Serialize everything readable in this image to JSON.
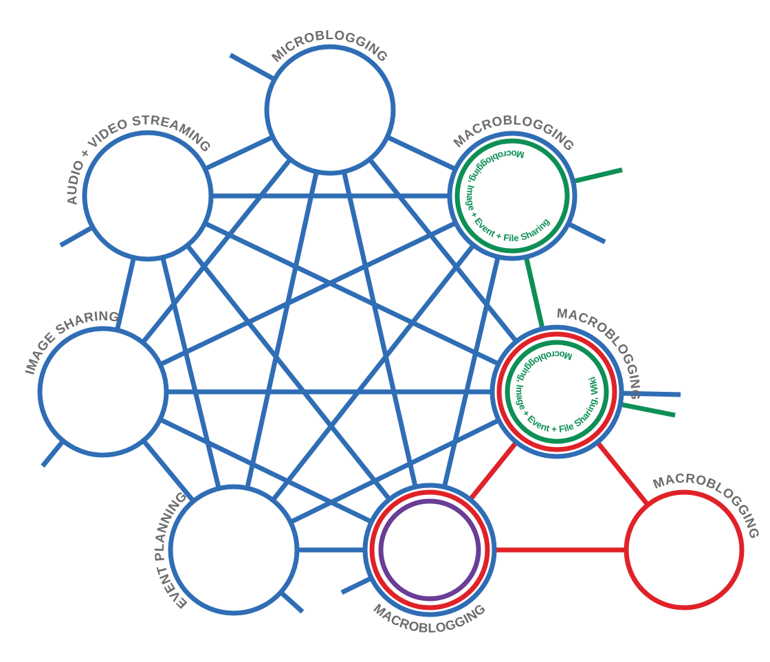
{
  "colors": {
    "blue": "#2f6db5",
    "green": "#0d8f55",
    "red": "#e02228",
    "purple": "#6a3d96",
    "label": "#6b6b6b"
  },
  "nodes": [
    {
      "id": "microblogging",
      "label": "MICROBLOGGING"
    },
    {
      "id": "audio-video",
      "label": "AUDIO + VIDEO STREAMING"
    },
    {
      "id": "macro-top",
      "label": "MACROBLOGGING",
      "inner_text": "Mocroblogging, Image + Event + File Sharing"
    },
    {
      "id": "image-sharing",
      "label": "IMAGE SHARING"
    },
    {
      "id": "macro-mid",
      "label": "MACROBLOGGING",
      "inner_text": "Mocroblogging, Image + Event + File Sharing, Wiki"
    },
    {
      "id": "event-planning",
      "label": "EVENT PLANNING"
    },
    {
      "id": "macro-bottom",
      "label": "MACROBLOGGING"
    },
    {
      "id": "macro-far",
      "label": "MACROBLOGGING"
    }
  ],
  "blue_network": [
    "microblogging",
    "audio-video",
    "macro-top",
    "image-sharing",
    "macro-mid",
    "event-planning",
    "macro-bottom"
  ],
  "green_edges": [
    [
      "macro-top",
      "macro-mid"
    ]
  ],
  "red_edges": [
    [
      "macro-mid",
      "macro-bottom"
    ],
    [
      "macro-mid",
      "macro-far"
    ],
    [
      "macro-bottom",
      "macro-far"
    ]
  ]
}
